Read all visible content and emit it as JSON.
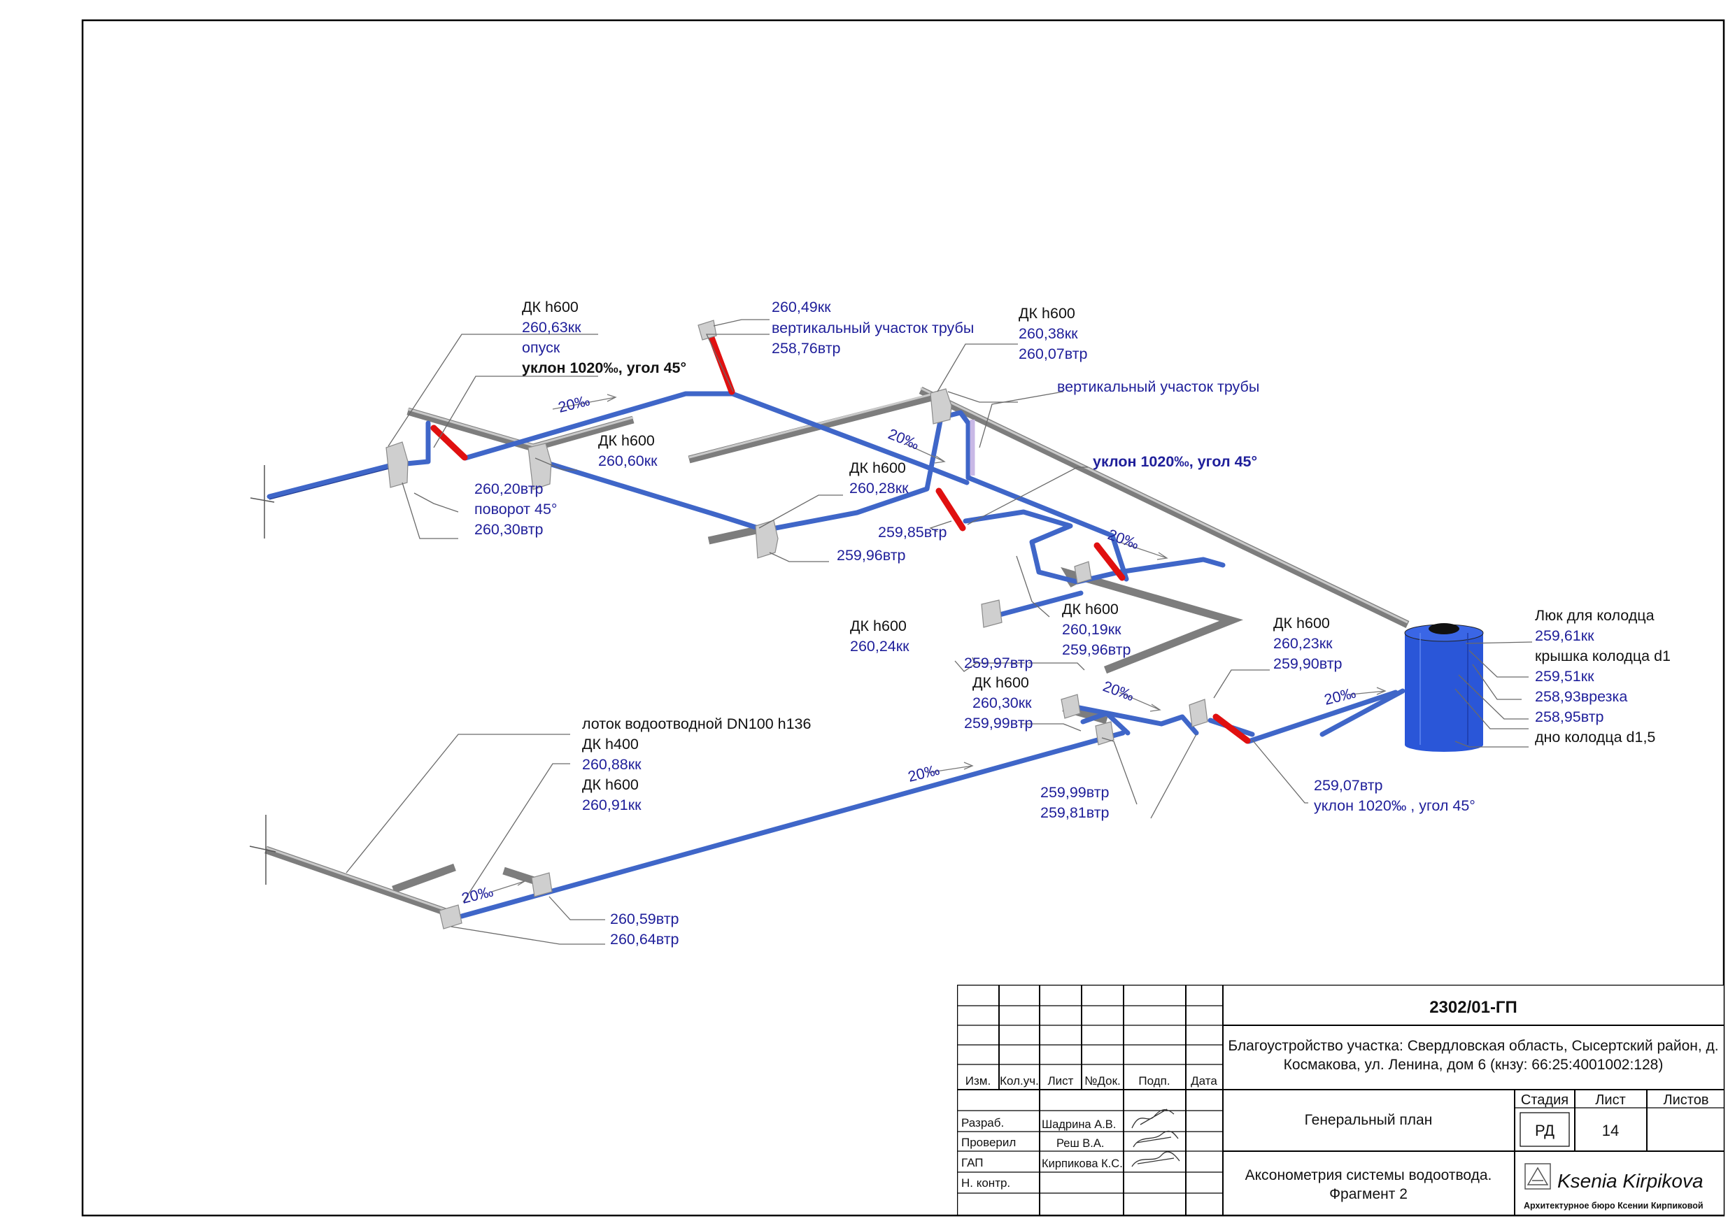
{
  "drawing": {
    "slope_label": "20‰",
    "labels": {
      "a1": {
        "l1": "ДК h600",
        "l2": "260,63кк",
        "l3": "опуск",
        "l4": "уклон 1020‰, угол 45°"
      },
      "a2": {
        "l1": "260,49кк",
        "l2": "вертикальный участок трубы",
        "l3": "258,76втр"
      },
      "a3": {
        "l1": "ДК h600",
        "l2": "260,38кк",
        "l3": "260,07втр"
      },
      "a4": "вертикальный участок трубы",
      "a5": {
        "l1": "ДК h600",
        "l2": "260,60кк"
      },
      "a6": {
        "l1": "260,20втр",
        "l2": "поворот 45°",
        "l3": "260,30втр"
      },
      "a7": {
        "l1": "ДК h600",
        "l2": "260,28кк"
      },
      "a8": "уклон 1020‰, угол 45°",
      "a9": "259,85втр",
      "a10": "259,96втр",
      "a11": {
        "l1": "ДК h600",
        "l2": "260,24кк"
      },
      "a12": {
        "l1": "ДК h600",
        "l2": "260,19кк",
        "l3": "259,96втр"
      },
      "a13": "259,97втр",
      "a14": {
        "l1": "ДК h600",
        "l2": "260,23кк",
        "l3": "259,90втр"
      },
      "a15": {
        "l1": "ДК h600",
        "l2": "260,30кк",
        "l3": "259,99втр"
      },
      "a16": {
        "l1": "Люк для колодца",
        "l2": "259,61кк",
        "l3": "крышка колодца d1",
        "l4": "259,51кк",
        "l5": "258,93врезка",
        "l6": "258,95втр",
        "l7": "дно колодца d1,5"
      },
      "a17": {
        "l1": "лоток водоотводной DN100 h136",
        "l2": "ДК h400",
        "l3": "260,88кк",
        "l4": "ДК h600",
        "l5": "260,91кк"
      },
      "a18": {
        "l1": "259,99втр",
        "l2": "259,81втр"
      },
      "a19": {
        "l1": "259,07втр",
        "l2": "уклон 1020‰ , угол 45°"
      },
      "a20": {
        "l1": "260,59втр",
        "l2": "260,64втр"
      }
    }
  },
  "stamp": {
    "code": "2302/01-ГП",
    "project": "Благоустройство участка: Свердловская область, Сысертский район, д. Космакова, ул. Ленина, дом 6 (кнзу: 66:25:4001002:128)",
    "project_line1": "Благоустройство участка: Свердловская область, Сысертский район, д.",
    "project_line2": "Космакова, ул. Ленина, дом 6 (кнзу: 66:25:4001002:128)",
    "col_headers": [
      "Изм.",
      "Кол.уч.",
      "Лист",
      "№Док.",
      "Подп.",
      "Дата"
    ],
    "roles": [
      "Разраб.",
      "Проверил",
      "ГАП",
      "Н. контр."
    ],
    "names": [
      "Шадрина А.В.",
      "Реш В.А.",
      "Кирпикова К.С."
    ],
    "section": "Генеральный план",
    "stage_header": "Стадия",
    "sheet_header": "Лист",
    "sheets_header": "Листов",
    "stage": "РД",
    "sheet": "14",
    "sheets": "",
    "sheet_title_line1": "Аксонометрия системы водоотвода.",
    "sheet_title_line2": "Фрагмент 2",
    "logo_script": "Ksenia Kirpikova",
    "logo_caption": "Архитектурное бюро Ксении Кирпиковой"
  },
  "colors": {
    "pipe": "#3f66c8",
    "riser": "#e01010",
    "label": "#1f1f9a",
    "tray": "#7d7d7d",
    "well": "#2a56d8"
  }
}
